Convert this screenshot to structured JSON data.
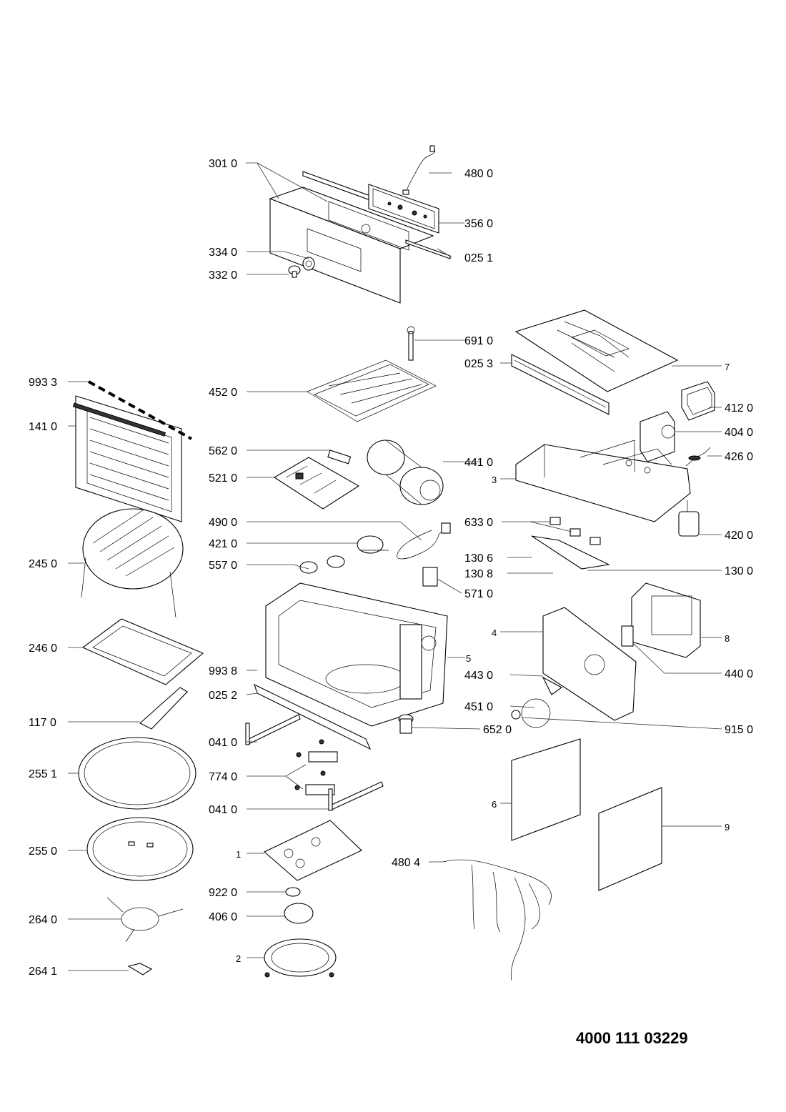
{
  "document_number": "4000 111 03229",
  "labels": {
    "p3010": "301 0",
    "p4800": "480 0",
    "p3560": "356 0",
    "p3340": "334 0",
    "p0251": "025 1",
    "p3320": "332 0",
    "p6910": "691 0",
    "p0253": "025 3",
    "p7": "7",
    "p9933": "993 3",
    "p4520": "452 0",
    "p4120": "412 0",
    "p1410": "141 0",
    "p4040": "404 0",
    "p5620": "562 0",
    "p4260": "426 0",
    "p4410": "441 0",
    "p5210": "521 0",
    "p3": "3",
    "p4900": "490 0",
    "p6330": "633 0",
    "p4210": "421 0",
    "p4200": "420 0",
    "p2450": "245 0",
    "p5570": "557 0",
    "p1306": "130 6",
    "p1308": "130 8",
    "p1300": "130 0",
    "p5710": "571 0",
    "p4": "4",
    "p8": "8",
    "p2460": "246 0",
    "p5": "5",
    "p9938": "993 8",
    "p4430": "443 0",
    "p4400": "440 0",
    "p0252": "025 2",
    "p4510": "451 0",
    "p1170": "117 0",
    "p6520": "652 0",
    "p9150": "915 0",
    "p0410a": "041 0",
    "p2551": "255 1",
    "p7740": "774 0",
    "p6": "6",
    "p0410b": "041 0",
    "p9": "9",
    "p2550": "255 0",
    "p1": "1",
    "p4804": "480 4",
    "p9220": "922 0",
    "p2640": "264 0",
    "p4060": "406 0",
    "p2": "2",
    "p2641": "264 1"
  }
}
